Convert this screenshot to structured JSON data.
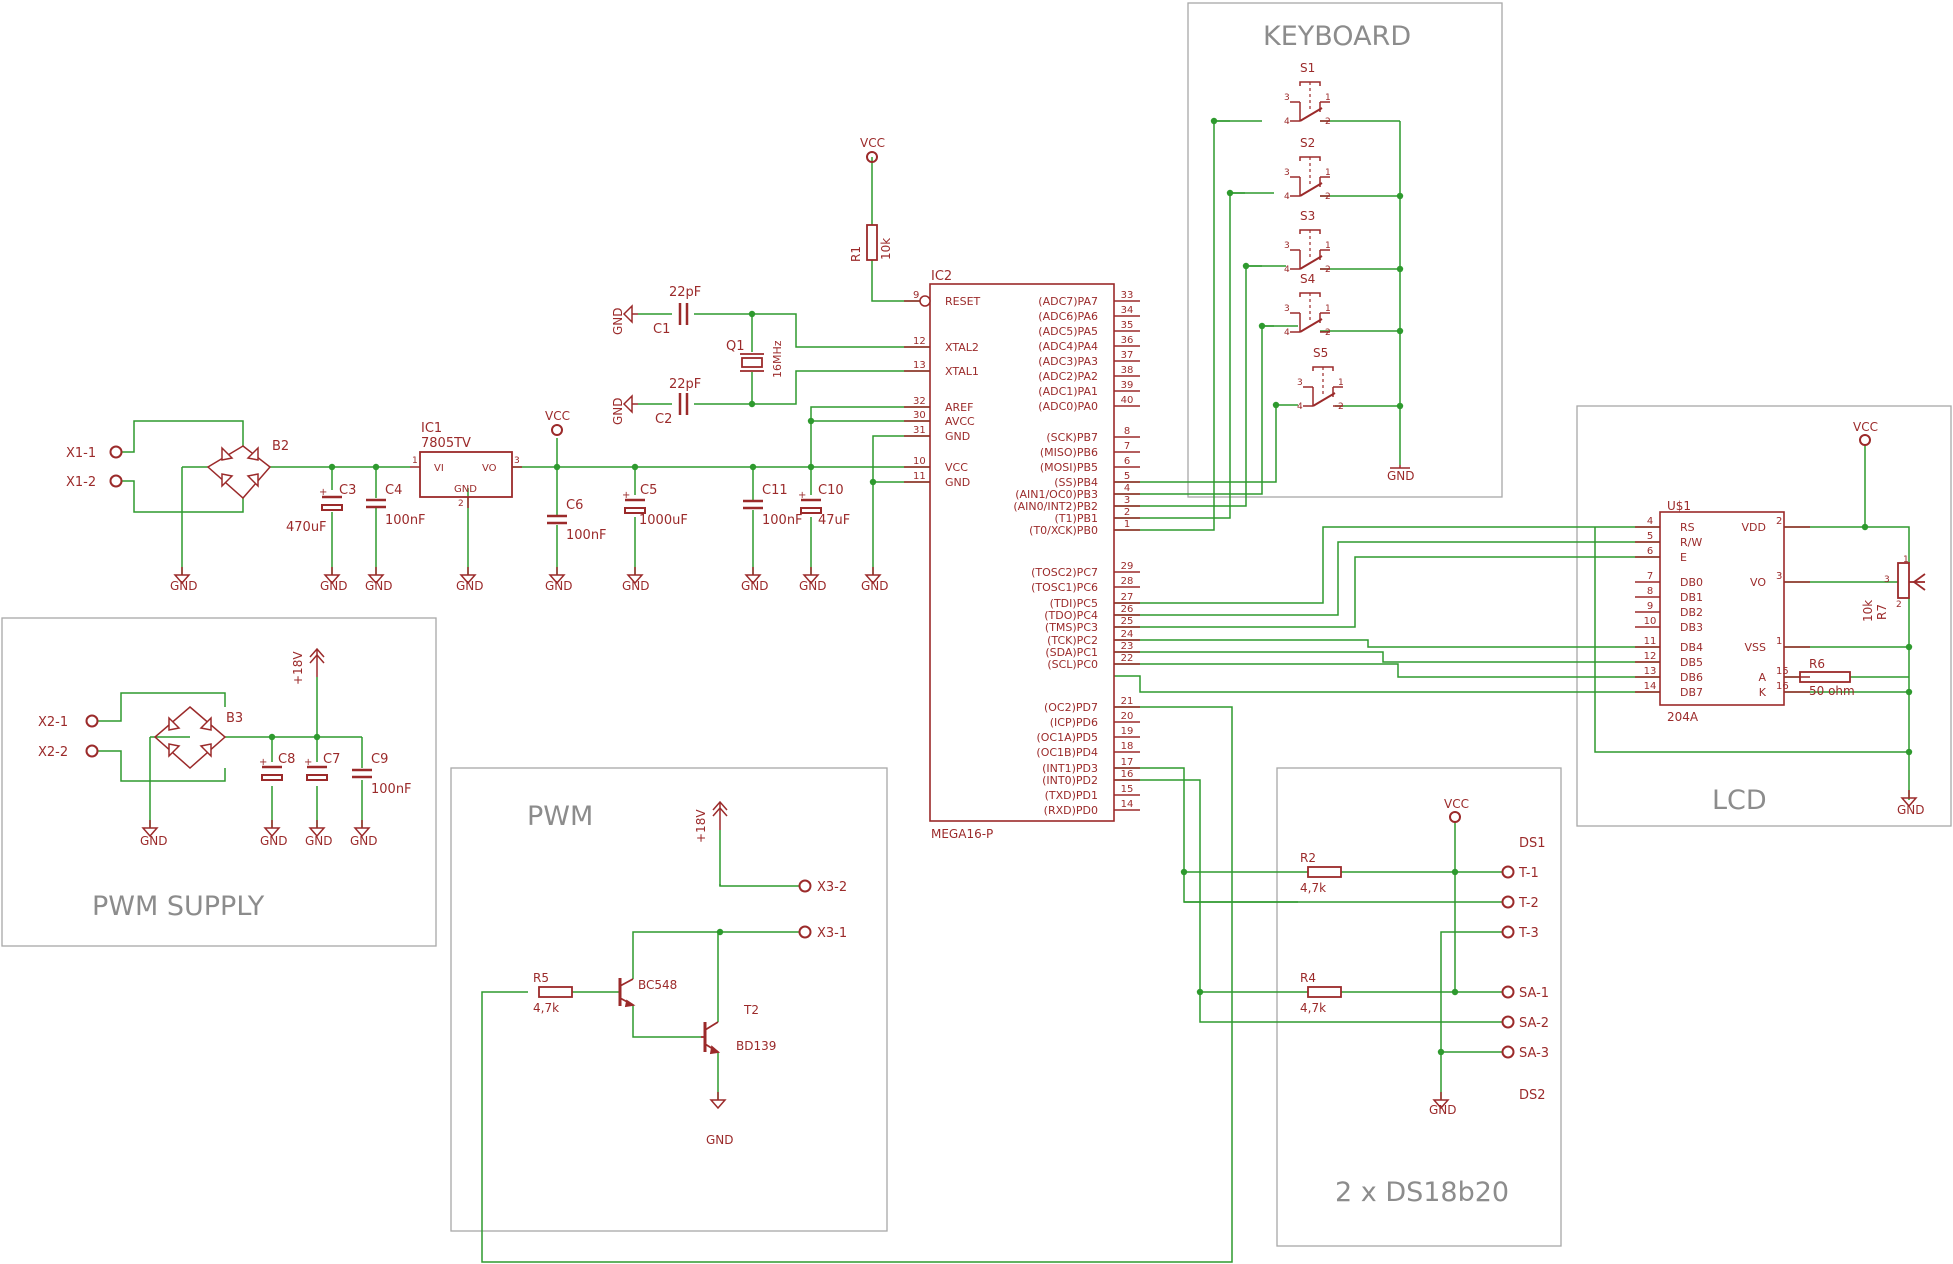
{
  "frames": {
    "keyboard": "KEYBOARD",
    "lcd": "LCD",
    "pwm": "PWM",
    "pwm_supply": "PWM SUPPLY",
    "ds18b20": "2 x DS18b20"
  },
  "mcu": {
    "ref": "IC2",
    "value": "MEGA16-P",
    "left_pins": [
      {
        "num": "9",
        "name": "RESET"
      },
      {
        "num": "12",
        "name": "XTAL2"
      },
      {
        "num": "13",
        "name": "XTAL1"
      },
      {
        "num": "32",
        "name": "AREF"
      },
      {
        "num": "30",
        "name": "AVCC"
      },
      {
        "num": "31",
        "name": "GND"
      },
      {
        "num": "10",
        "name": "VCC"
      },
      {
        "num": "11",
        "name": "GND"
      }
    ],
    "right_pins": [
      {
        "num": "33",
        "name": "(ADC7)PA7"
      },
      {
        "num": "34",
        "name": "(ADC6)PA6"
      },
      {
        "num": "35",
        "name": "(ADC5)PA5"
      },
      {
        "num": "36",
        "name": "(ADC4)PA4"
      },
      {
        "num": "37",
        "name": "(ADC3)PA3"
      },
      {
        "num": "38",
        "name": "(ADC2)PA2"
      },
      {
        "num": "39",
        "name": "(ADC1)PA1"
      },
      {
        "num": "40",
        "name": "(ADC0)PA0"
      },
      {
        "num": "8",
        "name": "(SCK)PB7"
      },
      {
        "num": "7",
        "name": "(MISO)PB6"
      },
      {
        "num": "6",
        "name": "(MOSI)PB5"
      },
      {
        "num": "5",
        "name": "(SS)PB4"
      },
      {
        "num": "4",
        "name": "(AIN1/OC0)PB3"
      },
      {
        "num": "3",
        "name": "(AIN0/INT2)PB2"
      },
      {
        "num": "2",
        "name": "(T1)PB1"
      },
      {
        "num": "1",
        "name": "(T0/XCK)PB0"
      },
      {
        "num": "29",
        "name": "(TOSC2)PC7"
      },
      {
        "num": "28",
        "name": "(TOSC1)PC6"
      },
      {
        "num": "27",
        "name": "(TDI)PC5"
      },
      {
        "num": "26",
        "name": "(TDO)PC4"
      },
      {
        "num": "25",
        "name": "(TMS)PC3"
      },
      {
        "num": "24",
        "name": "(TCK)PC2"
      },
      {
        "num": "23",
        "name": "(SDA)PC1"
      },
      {
        "num": "22",
        "name": "(SCL)PC0"
      },
      {
        "num": "21",
        "name": "(OC2)PD7"
      },
      {
        "num": "20",
        "name": "(ICP)PD6"
      },
      {
        "num": "19",
        "name": "(OC1A)PD5"
      },
      {
        "num": "18",
        "name": "(OC1B)PD4"
      },
      {
        "num": "17",
        "name": "(INT1)PD3"
      },
      {
        "num": "16",
        "name": "(INT0)PD2"
      },
      {
        "num": "15",
        "name": "(TXD)PD1"
      },
      {
        "num": "14",
        "name": "(RXD)PD0"
      }
    ]
  },
  "lcd": {
    "ref": "U$1",
    "value": "204A",
    "left_pins": [
      {
        "num": "4",
        "name": "RS"
      },
      {
        "num": "5",
        "name": "R/W"
      },
      {
        "num": "6",
        "name": "E"
      },
      {
        "num": "7",
        "name": "DB0"
      },
      {
        "num": "8",
        "name": "DB1"
      },
      {
        "num": "9",
        "name": "DB2"
      },
      {
        "num": "10",
        "name": "DB3"
      },
      {
        "num": "11",
        "name": "DB4"
      },
      {
        "num": "12",
        "name": "DB5"
      },
      {
        "num": "13",
        "name": "DB6"
      },
      {
        "num": "14",
        "name": "DB7"
      }
    ],
    "right_pins": [
      {
        "num": "2",
        "name": "VDD"
      },
      {
        "num": "3",
        "name": "VO"
      },
      {
        "num": "1",
        "name": "VSS"
      },
      {
        "num": "15",
        "name": "A"
      },
      {
        "num": "16",
        "name": "K"
      }
    ]
  },
  "regulator": {
    "ref": "IC1",
    "value": "7805TV",
    "vi": "VI",
    "vo": "VO",
    "gnd": "GND",
    "pin1": "1",
    "pin2": "2",
    "pin3": "3"
  },
  "crystal": {
    "ref": "Q1",
    "value": "16MHz"
  },
  "resistors": {
    "r1": {
      "ref": "R1",
      "value": "10k"
    },
    "r2": {
      "ref": "R2",
      "value": "4,7k"
    },
    "r4": {
      "ref": "R4",
      "value": "4,7k"
    },
    "r5": {
      "ref": "R5",
      "value": "4,7k"
    },
    "r6": {
      "ref": "R6",
      "value": "50 ohm"
    },
    "r7": {
      "ref": "R7",
      "value": "10k",
      "p1": "1",
      "p2": "2",
      "p3": "3"
    }
  },
  "capacitors": {
    "c1": {
      "ref": "C1",
      "value": "22pF"
    },
    "c2": {
      "ref": "C2",
      "value": "22pF"
    },
    "c3": {
      "ref": "C3",
      "value": "470uF"
    },
    "c4": {
      "ref": "C4",
      "value": "100nF"
    },
    "c5": {
      "ref": "C5",
      "value": "1000uF"
    },
    "c6": {
      "ref": "C6",
      "value": "100nF"
    },
    "c7": {
      "ref": "C7"
    },
    "c8": {
      "ref": "C8"
    },
    "c9": {
      "ref": "C9",
      "value": "100nF"
    },
    "c10": {
      "ref": "C10",
      "value": "47uF"
    },
    "c11": {
      "ref": "C11",
      "value": "100nF"
    }
  },
  "bridges": {
    "b2": "B2",
    "b3": "B3"
  },
  "transistors": {
    "t1": {
      "value": "BC548"
    },
    "t2": {
      "ref": "T2",
      "value": "BD139"
    }
  },
  "switches": [
    {
      "ref": "S1",
      "p1": "1",
      "p2": "2",
      "p3": "3",
      "p4": "4"
    },
    {
      "ref": "S2",
      "p1": "1",
      "p2": "2",
      "p3": "3",
      "p4": "4"
    },
    {
      "ref": "S3",
      "p1": "1",
      "p2": "2",
      "p3": "3",
      "p4": "4"
    },
    {
      "ref": "S4",
      "p1": "1",
      "p2": "2",
      "p3": "3",
      "p4": "4"
    },
    {
      "ref": "S5",
      "p1": "1",
      "p2": "2",
      "p3": "3",
      "p4": "4"
    }
  ],
  "connectors": {
    "x1_1": "X1-1",
    "x1_2": "X1-2",
    "x2_1": "X2-1",
    "x2_2": "X2-2",
    "x3_1": "X3-1",
    "x3_2": "X3-2",
    "t_1": "T-1",
    "t_2": "T-2",
    "t_3": "T-3",
    "sa_1": "SA-1",
    "sa_2": "SA-2",
    "sa_3": "SA-3",
    "ds1": "DS1",
    "ds2": "DS2"
  },
  "nets": {
    "gnd": "GND",
    "vcc": "VCC",
    "v18": "+18V"
  },
  "colors": {
    "wire": "#2e9a2e",
    "symbol": "#9b2a2a",
    "frame": "#a8a8a8",
    "frame_text": "#8c8c8c"
  }
}
